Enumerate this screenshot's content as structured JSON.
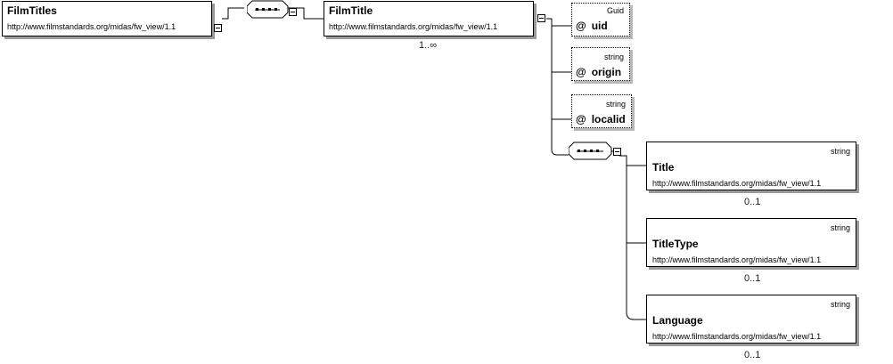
{
  "root": {
    "name": "FilmTitles",
    "namespace": "http://www.filmstandards.org/midas/fw_view/1.1"
  },
  "film_title": {
    "name": "FilmTitle",
    "namespace": "http://www.filmstandards.org/midas/fw_view/1.1",
    "cardinality": "1..∞"
  },
  "attributes": [
    {
      "at": "@",
      "name": "uid",
      "type": "Guid"
    },
    {
      "at": "@",
      "name": "origin",
      "type": "string"
    },
    {
      "at": "@",
      "name": "localid",
      "type": "string"
    }
  ],
  "children": [
    {
      "name": "Title",
      "type": "string",
      "namespace": "http://www.filmstandards.org/midas/fw_view/1.1",
      "cardinality": "0..1"
    },
    {
      "name": "TitleType",
      "type": "string",
      "namespace": "http://www.filmstandards.org/midas/fw_view/1.1",
      "cardinality": "0..1"
    },
    {
      "name": "Language",
      "type": "string",
      "namespace": "http://www.filmstandards.org/midas/fw_view/1.1",
      "cardinality": "0..1"
    }
  ]
}
